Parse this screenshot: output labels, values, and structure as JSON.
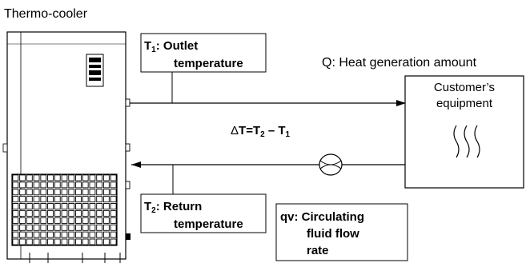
{
  "title": "Thermo-cooler",
  "heat_label": "Q: Heat generation amount",
  "equipment": {
    "line1": "Customer’s",
    "line2": "equipment"
  },
  "outlet": {
    "sym": "T",
    "sub": "1",
    "line1": ": Outlet",
    "line2": "temperature"
  },
  "return": {
    "sym": "T",
    "sub": "2",
    "line1": ": Return",
    "line2": "temperature"
  },
  "flow": {
    "line1": "qv: Circulating",
    "line2": "fluid flow",
    "line3": "rate"
  },
  "delta": {
    "delta": "Δ",
    "T": "T",
    "eq": "=T",
    "s2": "2",
    "minus": " – T",
    "s1": "1"
  }
}
